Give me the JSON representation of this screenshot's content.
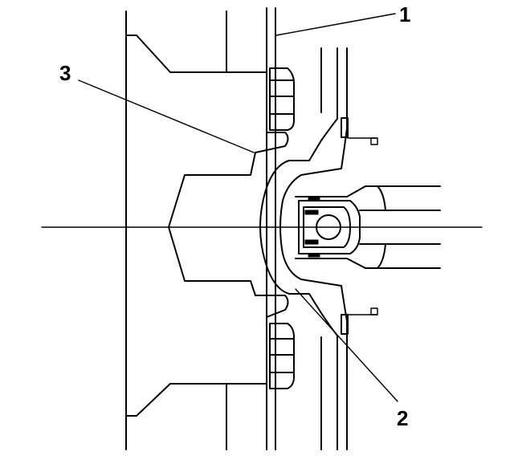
{
  "callouts": {
    "label_1": "1",
    "label_2": "2",
    "label_3": "3"
  },
  "colors": {
    "stroke": "#000000",
    "background": "#ffffff"
  }
}
